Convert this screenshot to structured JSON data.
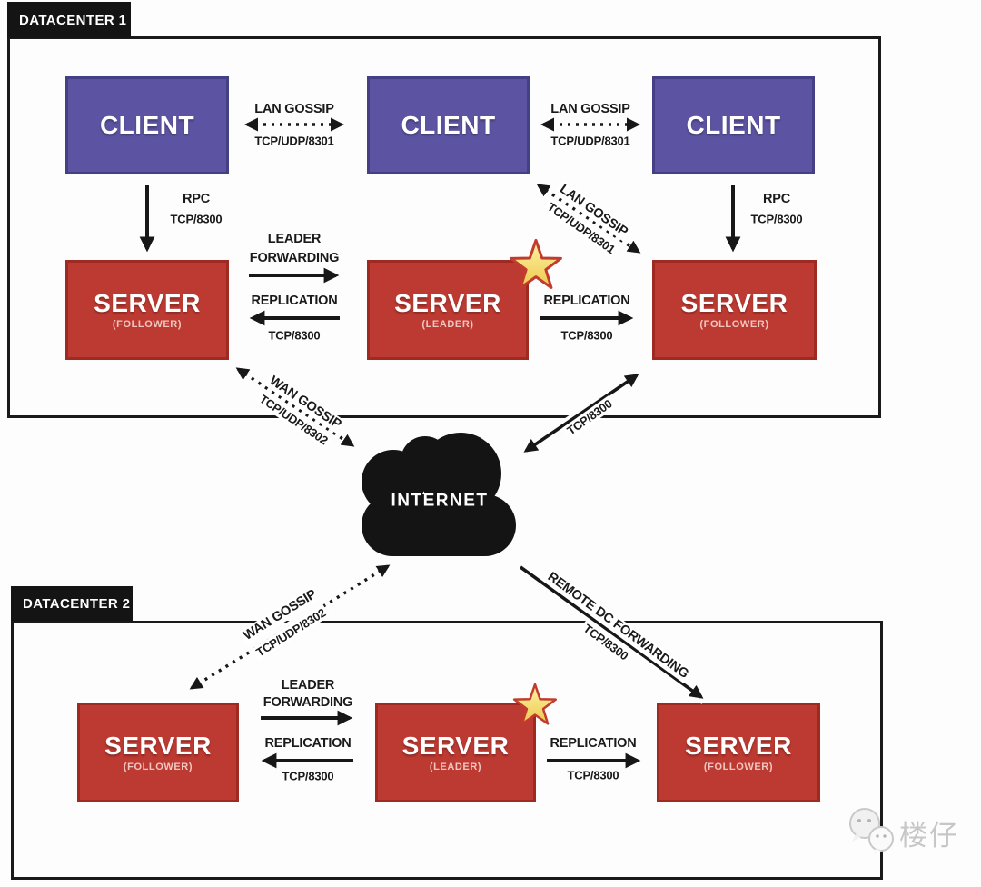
{
  "palette": {
    "client_purple": "#5c54a2",
    "client_border": "#453f86",
    "server_red": "#bd3a32",
    "server_border": "#9e2a22",
    "ink_black": "#171717",
    "star_yellow": "#f6dd6e",
    "star_stroke": "#c23b2e",
    "watermark_gray": "#c7c7c7"
  },
  "dc1": {
    "tab": "DATACENTER 1",
    "client": "CLIENT",
    "server": {
      "name": "SERVER",
      "follower": "(FOLLOWER)",
      "leader": "(LEADER)"
    },
    "lan_gossip": {
      "label": "LAN GOSSIP",
      "port": "TCP/UDP/8301"
    },
    "rpc": {
      "label": "RPC",
      "port": "TCP/8300"
    },
    "leader_forwarding": {
      "line1": "LEADER",
      "line2": "FORWARDING"
    },
    "replication": {
      "label": "REPLICATION",
      "port": "TCP/8300"
    },
    "wan_gossip": {
      "label": "WAN GOSSIP",
      "port": "TCP/UDP/8302"
    },
    "internet_link": {
      "port": "TCP/8300"
    }
  },
  "internet": {
    "label": "INTERNET"
  },
  "dc2": {
    "tab": "DATACENTER 2",
    "server": {
      "name": "SERVER",
      "follower": "(FOLLOWER)",
      "leader": "(LEADER)"
    },
    "wan_gossip": {
      "label": "WAN GOSSIP",
      "port": "TCP/UDP/8302"
    },
    "remote_dc_forwarding": {
      "label": "REMOTE DC FORWARDING",
      "port": "TCP/8300"
    },
    "leader_forwarding": {
      "line1": "LEADER",
      "line2": "FORWARDING"
    },
    "replication": {
      "label": "REPLICATION",
      "port": "TCP/8300"
    }
  },
  "watermark": {
    "text": "楼仔"
  }
}
